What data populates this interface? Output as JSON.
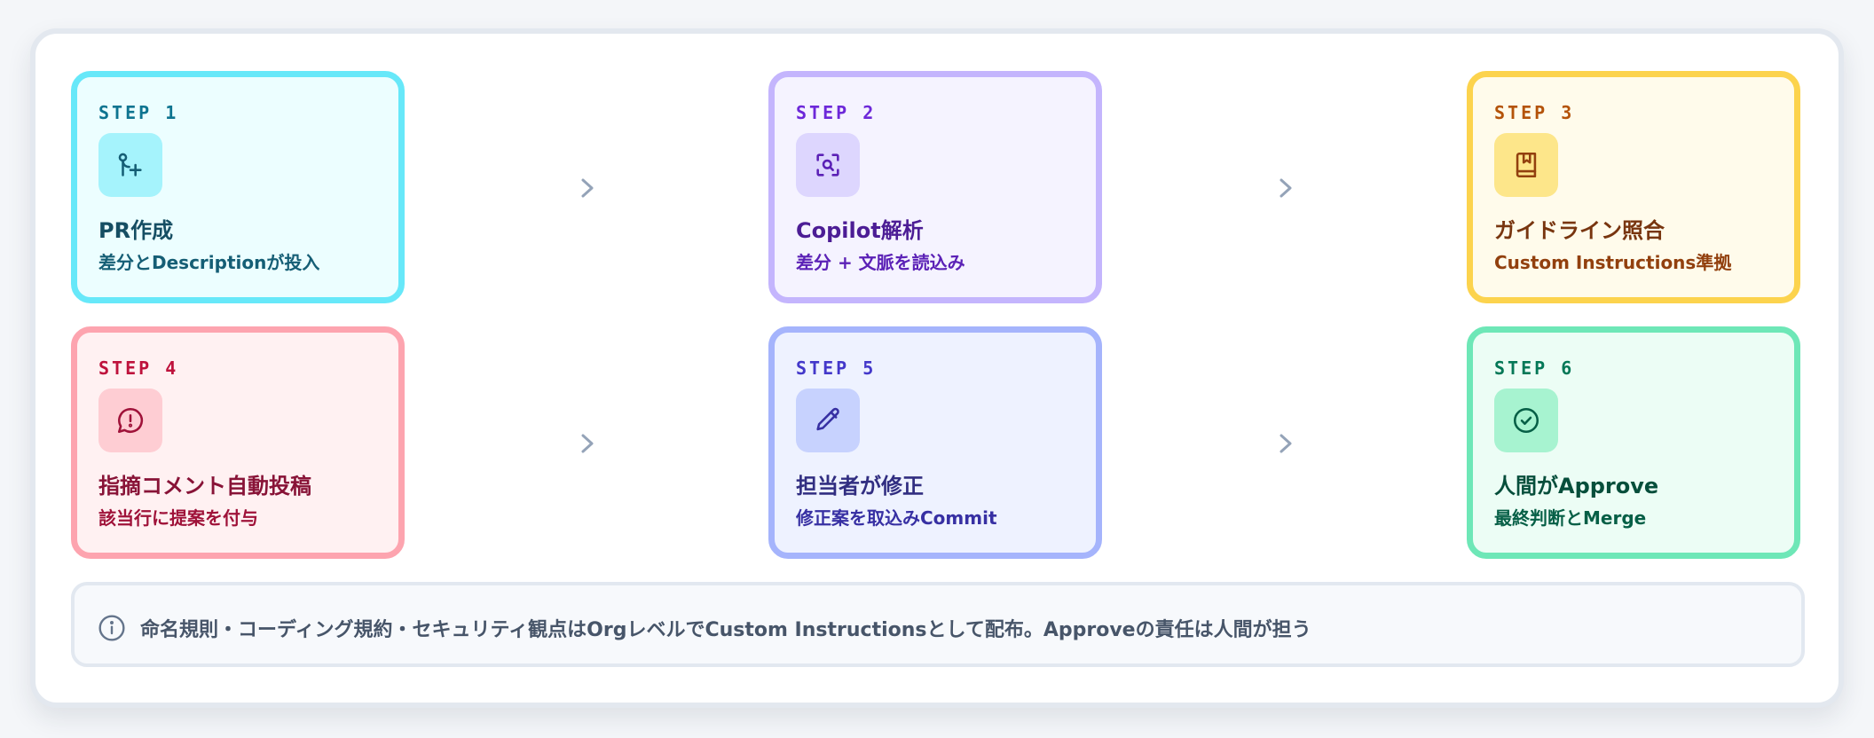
{
  "steps": [
    {
      "label": "STEP 1",
      "title": "PR作成",
      "subtitle": "差分とDescriptionが投入",
      "icon": "git-pull-request-icon",
      "colors": {
        "border": "#67e8f9",
        "bg": "#ecfeff",
        "iconBg": "#a5f3fc",
        "stroke": "#155e75",
        "label": "#0e7490",
        "title": "#164e63",
        "sub": "#155e75"
      }
    },
    {
      "label": "STEP 2",
      "title": "Copilot解析",
      "subtitle": "差分 + 文脈を読込み",
      "icon": "scan-search-icon",
      "colors": {
        "border": "#c4b5fd",
        "bg": "#f5f3ff",
        "iconBg": "#ddd6fe",
        "stroke": "#5b21b6",
        "label": "#6d28d9",
        "title": "#4c1d95",
        "sub": "#5b21b6"
      }
    },
    {
      "label": "STEP 3",
      "title": "ガイドライン照合",
      "subtitle": "Custom Instructions準拠",
      "icon": "book-marked-icon",
      "colors": {
        "border": "#fcd34d",
        "bg": "#fffbeb",
        "iconBg": "#fde68a",
        "stroke": "#92400e",
        "label": "#b45309",
        "title": "#78350f",
        "sub": "#92400e"
      }
    },
    {
      "label": "STEP 4",
      "title": "指摘コメント自動投稿",
      "subtitle": "該当行に提案を付与",
      "icon": "message-alert-icon",
      "colors": {
        "border": "#fda4af",
        "bg": "#fff1f2",
        "iconBg": "#fecdd3",
        "stroke": "#9f1239",
        "label": "#be123c",
        "title": "#881337",
        "sub": "#9f1239"
      }
    },
    {
      "label": "STEP 5",
      "title": "担当者が修正",
      "subtitle": "修正案を取込みCommit",
      "icon": "pencil-icon",
      "colors": {
        "border": "#a5b4fc",
        "bg": "#eef2ff",
        "iconBg": "#c7d2fe",
        "stroke": "#3730a3",
        "label": "#4338ca",
        "title": "#312e81",
        "sub": "#3730a3"
      }
    },
    {
      "label": "STEP 6",
      "title": "人間がApprove",
      "subtitle": "最終判断とMerge",
      "icon": "check-circle-icon",
      "colors": {
        "border": "#6ee7b7",
        "bg": "#ecfdf5",
        "iconBg": "#a7f3d0",
        "stroke": "#065f46",
        "label": "#047857",
        "title": "#064e3b",
        "sub": "#065f46"
      }
    }
  ],
  "note": {
    "icon": "info-icon",
    "text": "命名規則・コーディング規約・セキュリティ観点はOrgレベルでCustom Instructionsとして配布。Approveの責任は人間が担う"
  },
  "arrowColor": "#94a3b8"
}
